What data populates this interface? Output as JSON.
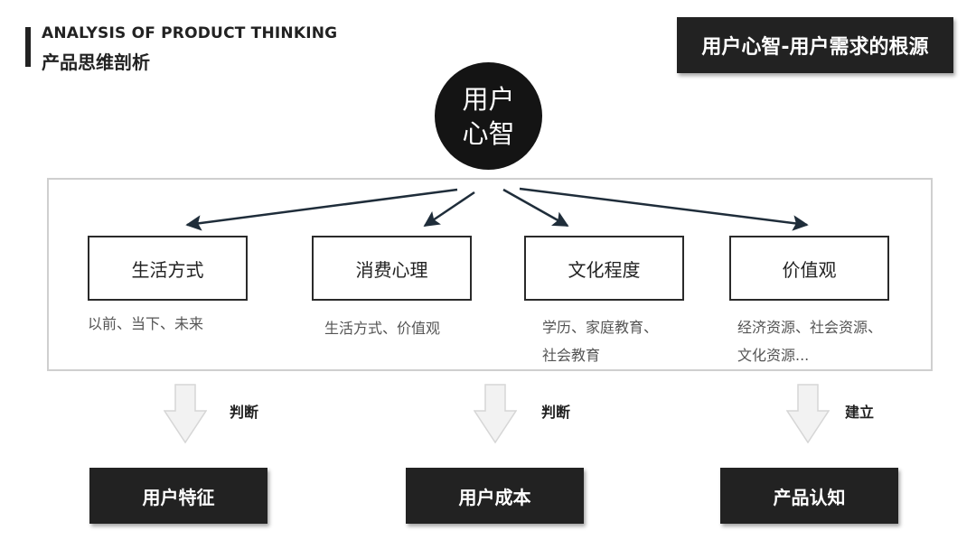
{
  "header": {
    "subtitle_en": "ANALYSIS OF PRODUCT THINKING",
    "title_cn": "产品思维剖析"
  },
  "title_box": "用户心智-用户需求的根源",
  "center": {
    "line1": "用户",
    "line2": "心智"
  },
  "categories": [
    {
      "label": "生活方式",
      "desc": [
        "以前、当下、未来"
      ]
    },
    {
      "label": "消费心理",
      "desc": [
        "生活方式、价值观"
      ]
    },
    {
      "label": "文化程度",
      "desc": [
        "学历、家庭教育、",
        "社会教育"
      ]
    },
    {
      "label": "价值观",
      "desc": [
        "经济资源、社会资源、",
        "文化资源..."
      ]
    }
  ],
  "flows": [
    {
      "arrow_label": "判断",
      "result": "用户特征"
    },
    {
      "arrow_label": "判断",
      "result": "用户成本"
    },
    {
      "arrow_label": "建立",
      "result": "产品认知"
    }
  ],
  "colors": {
    "dark": "#222222",
    "arrow": "#1f2d3a",
    "frame": "#cfcfcf",
    "down_arrow_fill": "#f2f2f2",
    "down_arrow_stroke": "#d6d6d6"
  }
}
